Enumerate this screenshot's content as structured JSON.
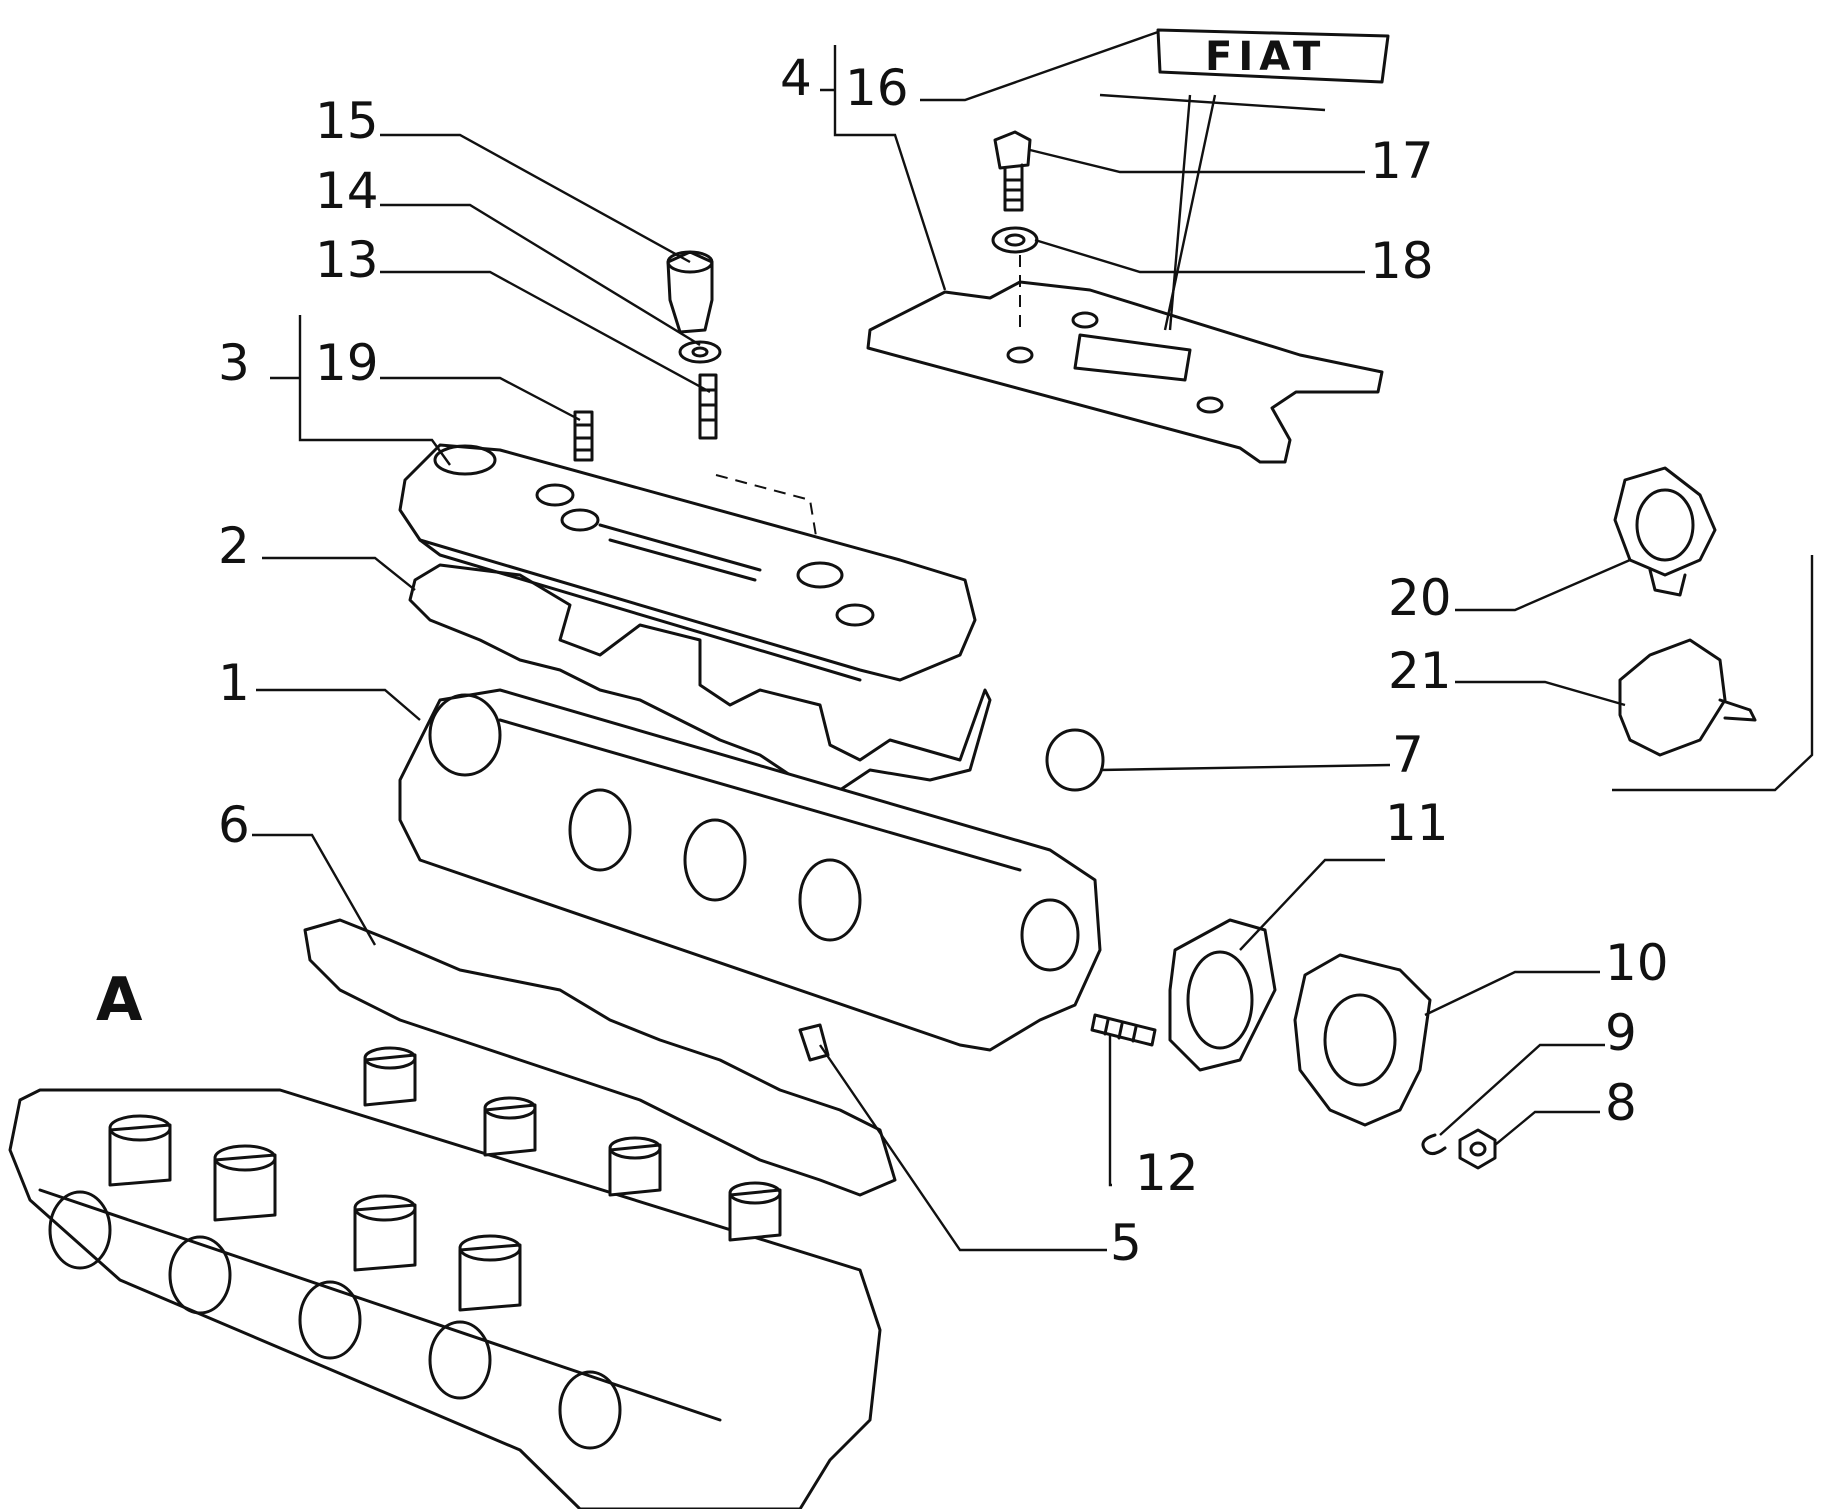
{
  "diagram": {
    "section_label": "A",
    "logo_text": "FIAT",
    "callouts": [
      "1",
      "2",
      "3",
      "4",
      "5",
      "6",
      "7",
      "8",
      "9",
      "10",
      "11",
      "12",
      "13",
      "14",
      "15",
      "16",
      "17",
      "18",
      "19",
      "20",
      "21"
    ]
  }
}
